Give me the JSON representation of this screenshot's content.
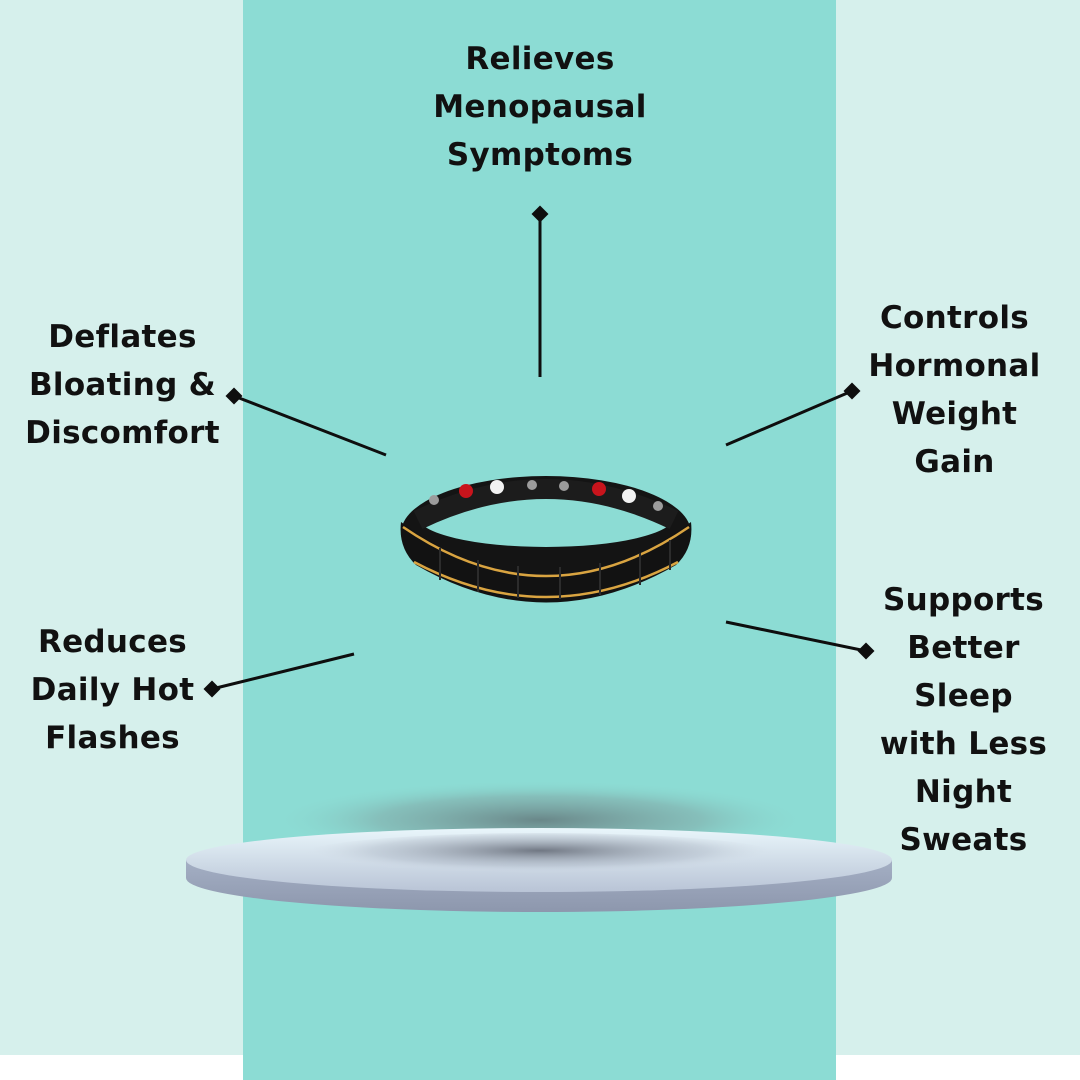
{
  "callouts": {
    "top": "Relieves\nMenopausal\nSymptoms",
    "left_upper": "Deflates\nBloating &\nDiscomfort",
    "right_upper": "Controls\nHormonal\nWeight\nGain",
    "left_lower": "Reduces\nDaily Hot\nFlashes",
    "right_lower": "Supports\nBetter\nSleep\nwith Less\nNight\nSweats"
  },
  "colors": {
    "side_panel": "#d6f0ec",
    "center_panel": "#8cdcd4",
    "text": "#111111",
    "bracelet_black": "#141414",
    "bracelet_gold": "#d9a441",
    "magnet_red": "#c8141c"
  }
}
